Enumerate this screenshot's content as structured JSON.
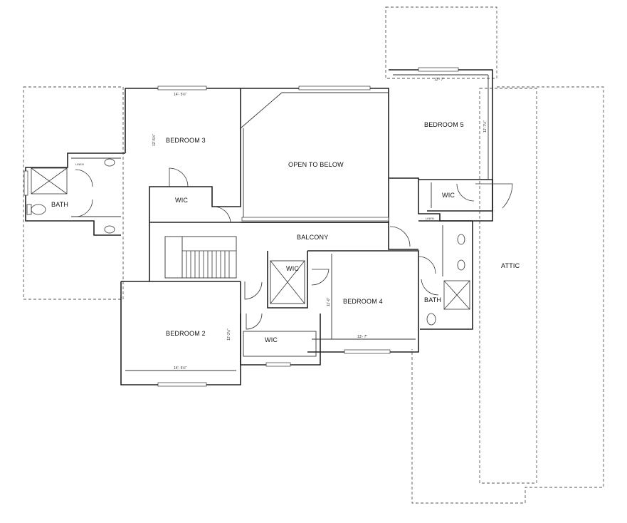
{
  "rooms": {
    "bedroom3": "BEDROOM 3",
    "open_to_below": "OPEN TO BELOW",
    "bedroom5": "BEDROOM 5",
    "bath_left": "BATH",
    "wic_left": "WIC",
    "wic_right": "WIC",
    "balcony": "BALCONY",
    "attic": "ATTIC",
    "wic_center": "WIC",
    "bedroom4": "BEDROOM 4",
    "bath_right": "BATH",
    "bedroom2": "BEDROOM 2",
    "wic_bottom": "WIC"
  },
  "dimensions": {
    "bedroom3_width": "14'- 5½\"",
    "bedroom3_depth": "12'-5½\"",
    "bedroom5_width": "12'- 7\"",
    "bedroom5_depth": "12'-7½\"",
    "bedroom4_width": "13'- 7\"",
    "bedroom4_depth": "11'-0\"",
    "bedroom2_width": "14'- 5½\"",
    "bedroom2_depth": "12'-2½\""
  },
  "fixtures": {
    "linen_left": "LINEN",
    "linen_right": "LINEN"
  }
}
